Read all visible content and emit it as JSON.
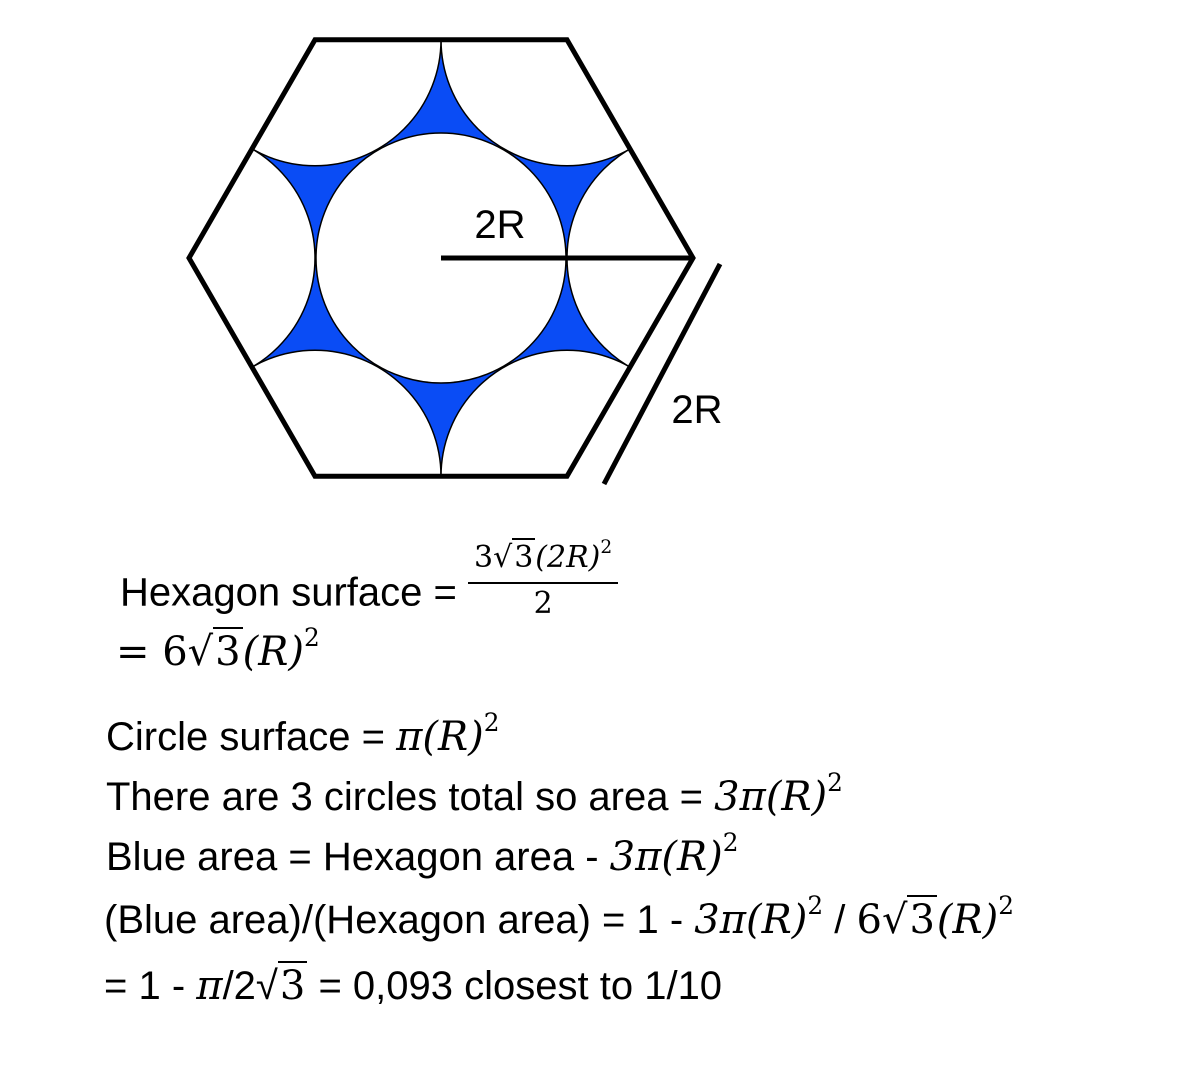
{
  "diagram": {
    "label_center_segment": "2R",
    "label_side": "2R",
    "colors": {
      "blue": "#0a4cf5",
      "stroke": "#000000",
      "background": "#ffffff"
    }
  },
  "equations": {
    "hex_lhs": "Hexagon surface = ",
    "hex_frac_num_prefix": "3√",
    "hex_frac_num_rad": "3",
    "hex_frac_num_suffix": "(2R)",
    "hex_frac_num_exp": "2",
    "hex_frac_den": "2",
    "hex_result_prefix": "= 6√",
    "hex_result_rad": "3",
    "hex_result_suffix": "(R)",
    "hex_result_exp": "2",
    "circle_text": "Circle surface = ",
    "circle_expr": "π(R)",
    "circle_exp": "2",
    "three_text": "There are 3 circles total so area = ",
    "three_expr": "3π(R)",
    "three_exp": "2",
    "blue_text": "Blue area = Hexagon area - ",
    "blue_expr": "3π(R)",
    "blue_exp": "2",
    "ratio_text": "(Blue area)/(Hexagon area) = 1 - ",
    "ratio_expr1": "3π(R)",
    "ratio_exp1": "2",
    "ratio_slash": " / ",
    "ratio_expr2_prefix": "6√",
    "ratio_expr2_rad": "3",
    "ratio_expr2_suffix": "(R)",
    "ratio_exp2": "2",
    "final_prefix": "= 1 - ",
    "final_pi": "π",
    "final_mid": "/2√",
    "final_rad": "3",
    "final_suffix": " = 0,093 closest to 1/10"
  }
}
